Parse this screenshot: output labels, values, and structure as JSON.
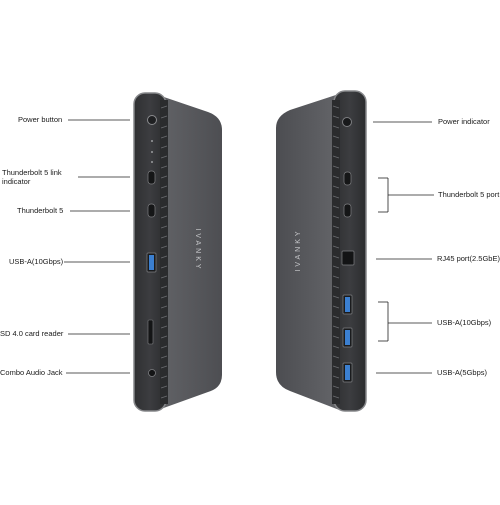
{
  "brand": "IVANKY",
  "left_device": {
    "labels": {
      "power_button": "Power button",
      "tb5_link_indicator": "Thunderbolt 5 link indicator",
      "thunderbolt5": "Thunderbolt 5",
      "usba_10gbps": "USB-A(10Gbps)",
      "sd_reader": "SD 4.0 card reader",
      "audio_jack": "Combo Audio Jack"
    }
  },
  "right_device": {
    "labels": {
      "power_indicator": "Power indicator",
      "thunderbolt5_port": "Thunderbolt 5 port",
      "rj45": "RJ45 port(2.5GbE)",
      "usba_10gbps": "USB-A(10Gbps)",
      "usba_5gbps": "USB-A(5Gbps)"
    }
  },
  "colors": {
    "body_dark": "#3a3b3d",
    "body_mid": "#5a5b5e",
    "rim": "#8d8e91",
    "usb_blue": "#3b7fd0",
    "line": "#222222"
  }
}
